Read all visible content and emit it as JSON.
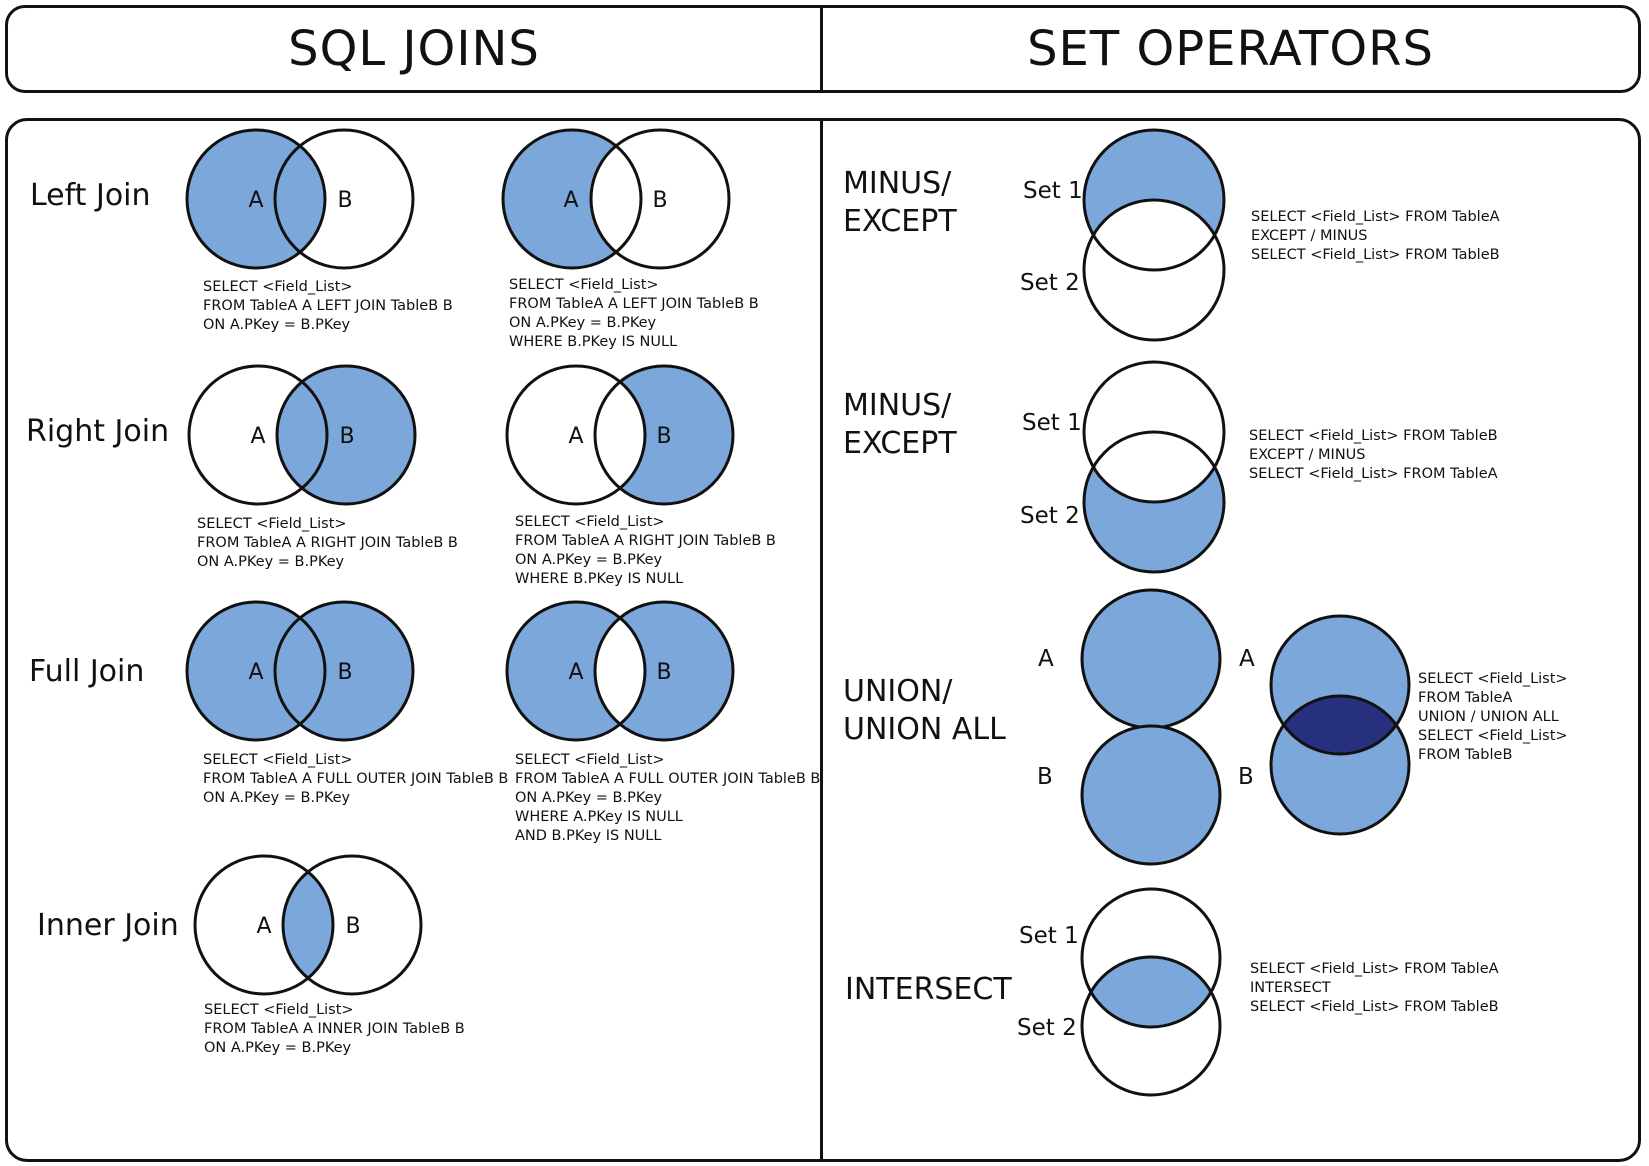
{
  "colors": {
    "fill": "#7ba7da",
    "overlap_dark": "#27307f",
    "stroke": "#111111"
  },
  "header": {
    "joins_title": "SQL JOINS",
    "setops_title": "SET OPERATORS"
  },
  "joins": {
    "left": {
      "label": "Left Join",
      "set_a": "A",
      "set_b": "B",
      "full_code": [
        "SELECT <Field_List>",
        "FROM TableA A LEFT JOIN TableB B",
        "ON A.PKey = B.PKey"
      ],
      "excl_code": [
        "SELECT <Field_List>",
        "FROM TableA A LEFT JOIN TableB B",
        "ON A.PKey = B.PKey",
        "WHERE B.PKey IS NULL"
      ]
    },
    "right": {
      "label": "Right Join",
      "set_a": "A",
      "set_b": "B",
      "full_code": [
        "SELECT <Field_List>",
        "FROM TableA A RIGHT JOIN TableB B",
        "ON A.PKey = B.PKey"
      ],
      "excl_code": [
        "SELECT <Field_List>",
        "FROM TableA A RIGHT JOIN TableB B",
        "ON A.PKey = B.PKey",
        "WHERE B.PKey IS NULL"
      ]
    },
    "full": {
      "label": "Full Join",
      "set_a": "A",
      "set_b": "B",
      "full_code": [
        "SELECT <Field_List>",
        "FROM TableA A FULL OUTER JOIN TableB B",
        "ON A.PKey = B.PKey"
      ],
      "excl_code": [
        "SELECT <Field_List>",
        "FROM TableA A FULL OUTER JOIN TableB B",
        "ON A.PKey = B.PKey",
        "WHERE A.PKey IS NULL",
        "AND B.PKey IS NULL"
      ]
    },
    "inner": {
      "label": "Inner Join",
      "set_a": "A",
      "set_b": "B",
      "code": [
        "SELECT <Field_List>",
        "FROM TableA A INNER JOIN TableB B",
        "ON A.PKey = B.PKey"
      ]
    }
  },
  "setops": {
    "minus_ab": {
      "label": "MINUS/\nEXCEPT",
      "set1": "Set 1",
      "set2": "Set 2",
      "code": [
        "SELECT <Field_List> FROM TableA",
        "EXCEPT / MINUS",
        "SELECT <Field_List> FROM TableB"
      ]
    },
    "minus_ba": {
      "label": "MINUS/\nEXCEPT",
      "set1": "Set 1",
      "set2": "Set 2",
      "code": [
        "SELECT <Field_List> FROM TableB",
        "EXCEPT / MINUS",
        "SELECT <Field_List> FROM TableA"
      ]
    },
    "union": {
      "label": "UNION/\nUNION ALL",
      "a": "A",
      "b": "B",
      "a2": "A",
      "b2": "B",
      "code": [
        "SELECT <Field_List>",
        "FROM TableA",
        "UNION / UNION ALL",
        "SELECT <Field_List>",
        "FROM TableB"
      ]
    },
    "intersect": {
      "label": "INTERSECT",
      "set1": "Set 1",
      "set2": "Set 2",
      "code": [
        "SELECT <Field_List> FROM TableA",
        "INTERSECT",
        "SELECT <Field_List> FROM TableB"
      ]
    }
  }
}
